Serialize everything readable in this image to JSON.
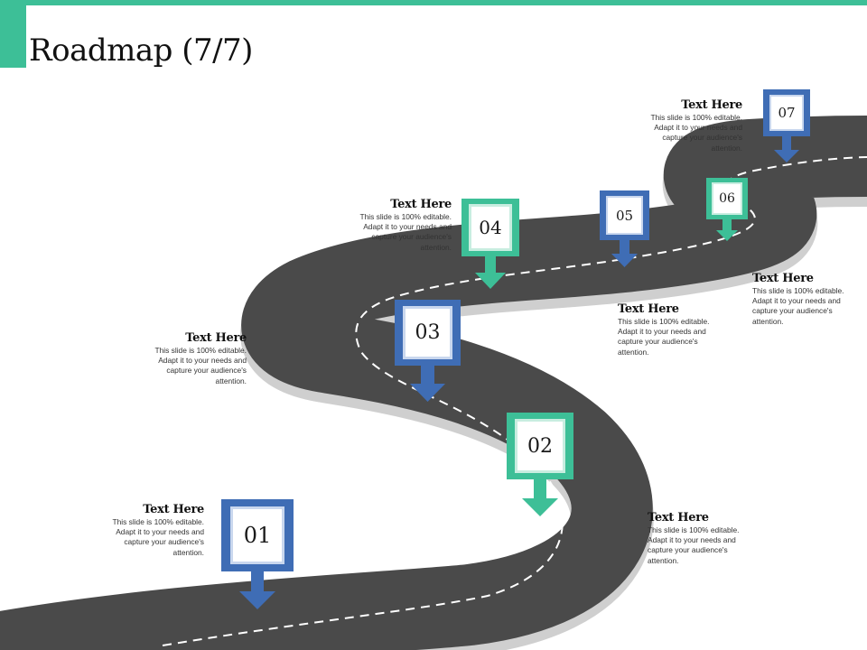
{
  "header": {
    "title": "Roadmap (7/7)"
  },
  "colors": {
    "accent_green": "#3dbf97",
    "accent_blue": "#3f6db5",
    "road": "#4a4a4a",
    "road_edge": "#cfcfcf"
  },
  "milestones": [
    {
      "number": "01",
      "color": "blue",
      "title": "Text Here",
      "body": "This slide is 100% editable. Adapt it to your needs and capture your audience's attention."
    },
    {
      "number": "02",
      "color": "green",
      "title": "Text Here",
      "body": "This slide is 100% editable. Adapt it to your needs and capture your audience's attention."
    },
    {
      "number": "03",
      "color": "blue",
      "title": "Text Here",
      "body": "This slide is 100% editable. Adapt it to your needs and capture your audience's attention."
    },
    {
      "number": "04",
      "color": "green",
      "title": "Text Here",
      "body": "This slide is 100% editable. Adapt it to your needs and capture your audience's attention."
    },
    {
      "number": "05",
      "color": "blue",
      "title": "Text Here",
      "body": "This slide is 100% editable. Adapt it to your needs and capture your audience's attention."
    },
    {
      "number": "06",
      "color": "green",
      "title": "Text Here",
      "body": "This slide is 100% editable. Adapt it to your needs and capture your audience's attention."
    },
    {
      "number": "07",
      "color": "blue",
      "title": "Text Here",
      "body": "This slide is 100% editable. Adapt it to your needs and capture your audience's attention."
    }
  ]
}
